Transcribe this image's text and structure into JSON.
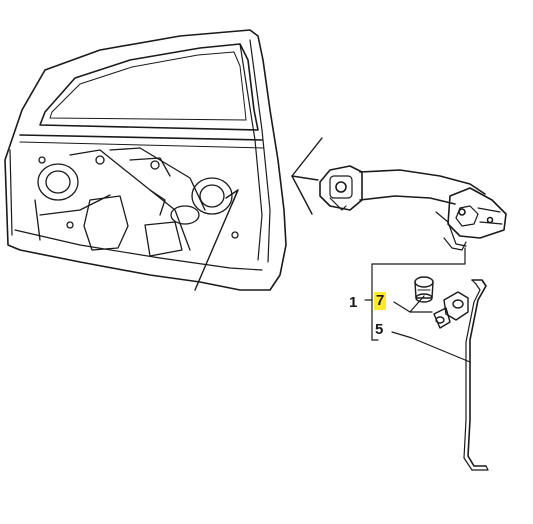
{
  "callouts": [
    {
      "id": "1",
      "text": "1"
    },
    {
      "id": "7",
      "text": "7",
      "highlighted": true
    },
    {
      "id": "5",
      "text": "5"
    }
  ],
  "colors": {
    "line": "#1a1a1a",
    "highlight": "#ffe92e",
    "background": "#ffffff"
  }
}
